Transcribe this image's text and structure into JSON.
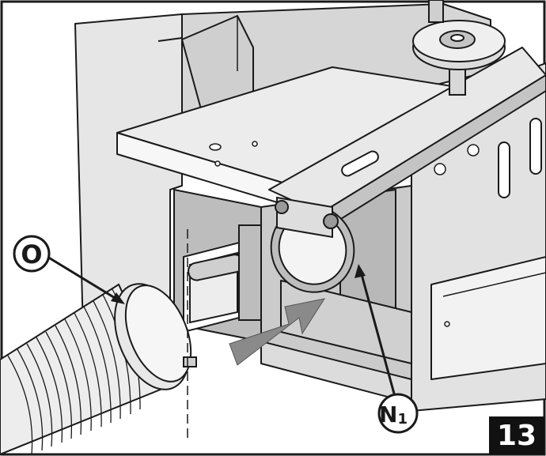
{
  "figure": {
    "step_number": "13",
    "callouts": [
      {
        "id": "hose",
        "label": "O",
        "subscript": ""
      },
      {
        "id": "flange",
        "label": "N",
        "subscript": "1"
      }
    ],
    "colors": {
      "line": "#1a1a1a",
      "light_gray": "#e4e4e4",
      "mid_gray": "#c9c9c9",
      "dark_gray": "#9a9a9a",
      "arrow": "#8a8a8a",
      "badge": "#111111"
    }
  }
}
